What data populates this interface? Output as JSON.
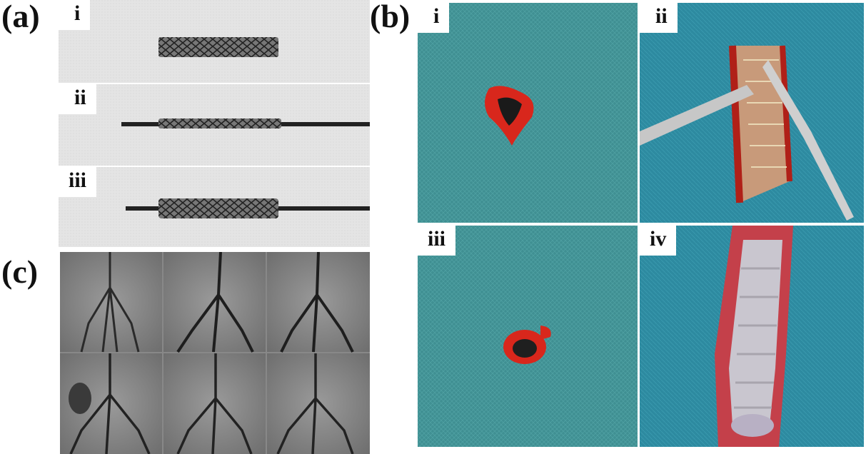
{
  "figure": {
    "panel_a": {
      "letter": "(a)",
      "subpanels": [
        {
          "label": "i",
          "description_icon": "bare-stent"
        },
        {
          "label": "ii",
          "description_icon": "crimped-stent-on-catheter"
        },
        {
          "label": "iii",
          "description_icon": "expanded-stent-on-balloon-catheter"
        }
      ]
    },
    "panel_b": {
      "letter": "(b)",
      "subpanels": [
        {
          "label": "i",
          "description_icon": "vessel-cross-section"
        },
        {
          "label": "ii",
          "description_icon": "opened-vessel-with-forceps"
        },
        {
          "label": "iii",
          "description_icon": "vessel-ring-segment"
        },
        {
          "label": "iv",
          "description_icon": "longitudinally-opened-vessel"
        }
      ]
    },
    "panel_c": {
      "letter": "(c)",
      "tiles": 6
    }
  }
}
